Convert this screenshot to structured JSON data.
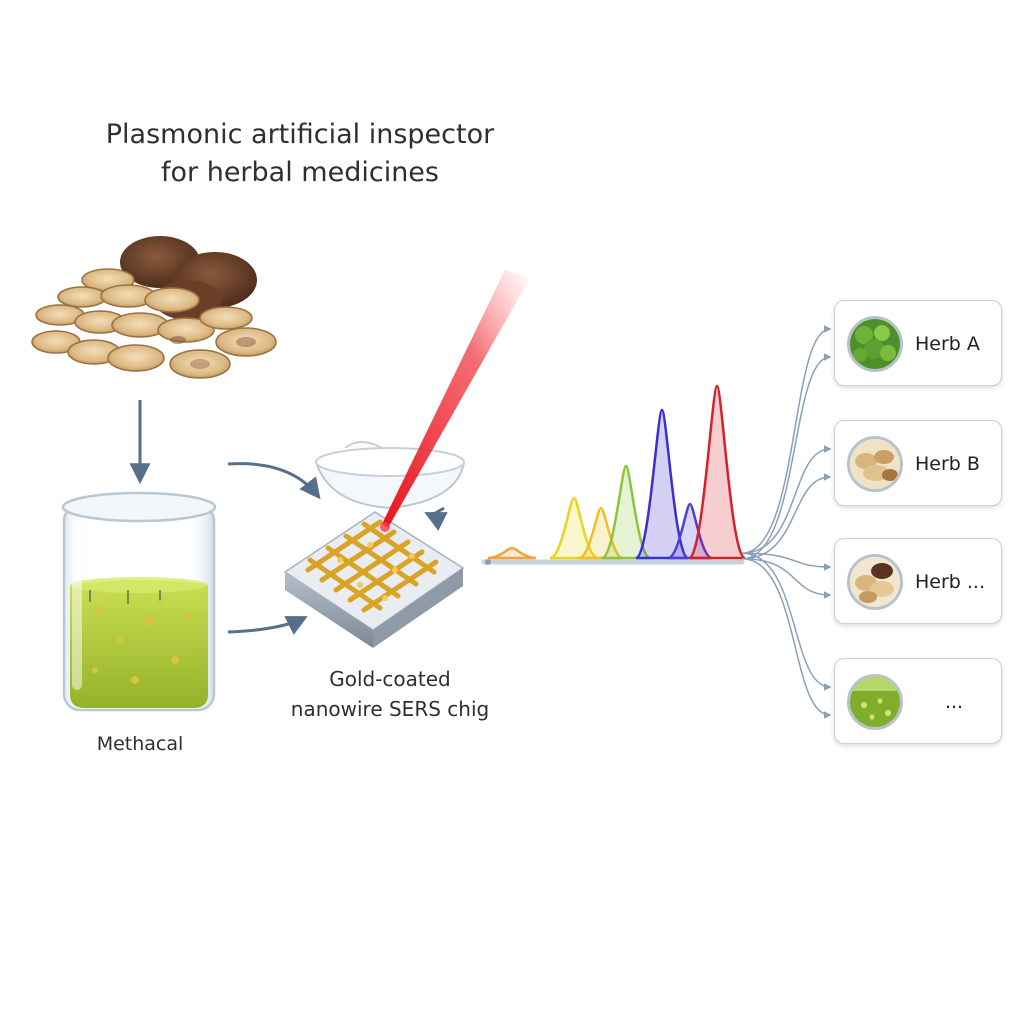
{
  "title": {
    "line1": "Plasmonic artificial inspector",
    "line2": "for herbal medicines"
  },
  "methanol_label": "Methacal",
  "chip_label": {
    "line1": "Gold-coated",
    "line2": "nanowire SERS chig"
  },
  "colors": {
    "laser": "#e8121d",
    "solution": "#a9c62b",
    "gold": "#d9a325",
    "arrow": "#56708c",
    "spectrum": [
      "#f2a33a",
      "#e9d41f",
      "#f0c01e",
      "#8ac63a",
      "#3a2fd0",
      "#4f3ed8",
      "#d8202a"
    ]
  },
  "results": [
    {
      "label": "Herb A",
      "icon": "green-herb-icon"
    },
    {
      "label": "Herb B",
      "icon": "root-slices-icon"
    },
    {
      "label": "Herb ...",
      "icon": "mixed-herb-icon"
    },
    {
      "label": "...",
      "icon": "green-powder-icon"
    }
  ]
}
